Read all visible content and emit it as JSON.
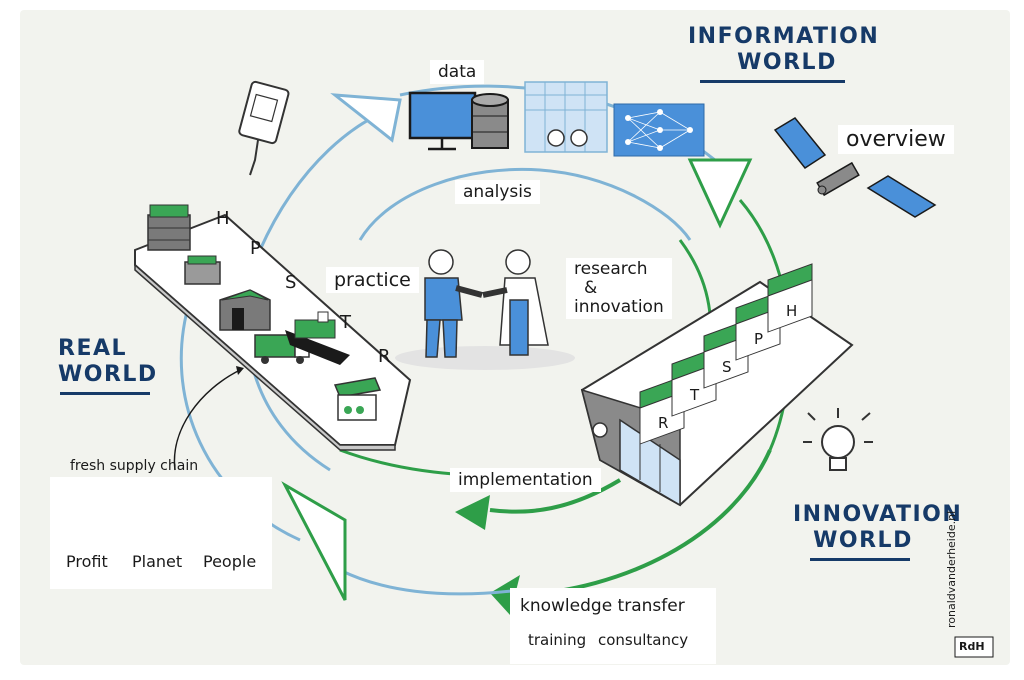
{
  "worlds": {
    "information": [
      "INFORMATION",
      "WORLD"
    ],
    "real": [
      "REAL",
      "WORLD"
    ],
    "innovation": [
      "INNOVATION",
      "WORLD"
    ]
  },
  "labels": {
    "data": "data",
    "analysis": "analysis",
    "overview": "overview",
    "practice": "practice",
    "research": "research",
    "amp": "&",
    "innovation": "innovation",
    "implementation": "implementation",
    "fresh_supply_chain": "fresh supply chain",
    "knowledge_transfer": "knowledge transfer",
    "training": "training",
    "consultancy": "consultancy"
  },
  "pillars": {
    "profit": "Profit",
    "planet": "Planet",
    "people": "People",
    "euro_symbol": "€"
  },
  "supply_chain_letters": [
    "H",
    "P",
    "S",
    "T",
    "R"
  ],
  "factory_letters": [
    "R",
    "T",
    "S",
    "P",
    "H"
  ],
  "signature": "ronaldvanderheide.nl",
  "logo_text": "RdH",
  "colors": {
    "background": "#f2f3ee",
    "blue_arrow": "#7fb3d5",
    "green_arrow": "#2e9e48",
    "navy_text": "#163a68",
    "accent_blue": "#4a90d9",
    "accent_green": "#3aa655"
  }
}
